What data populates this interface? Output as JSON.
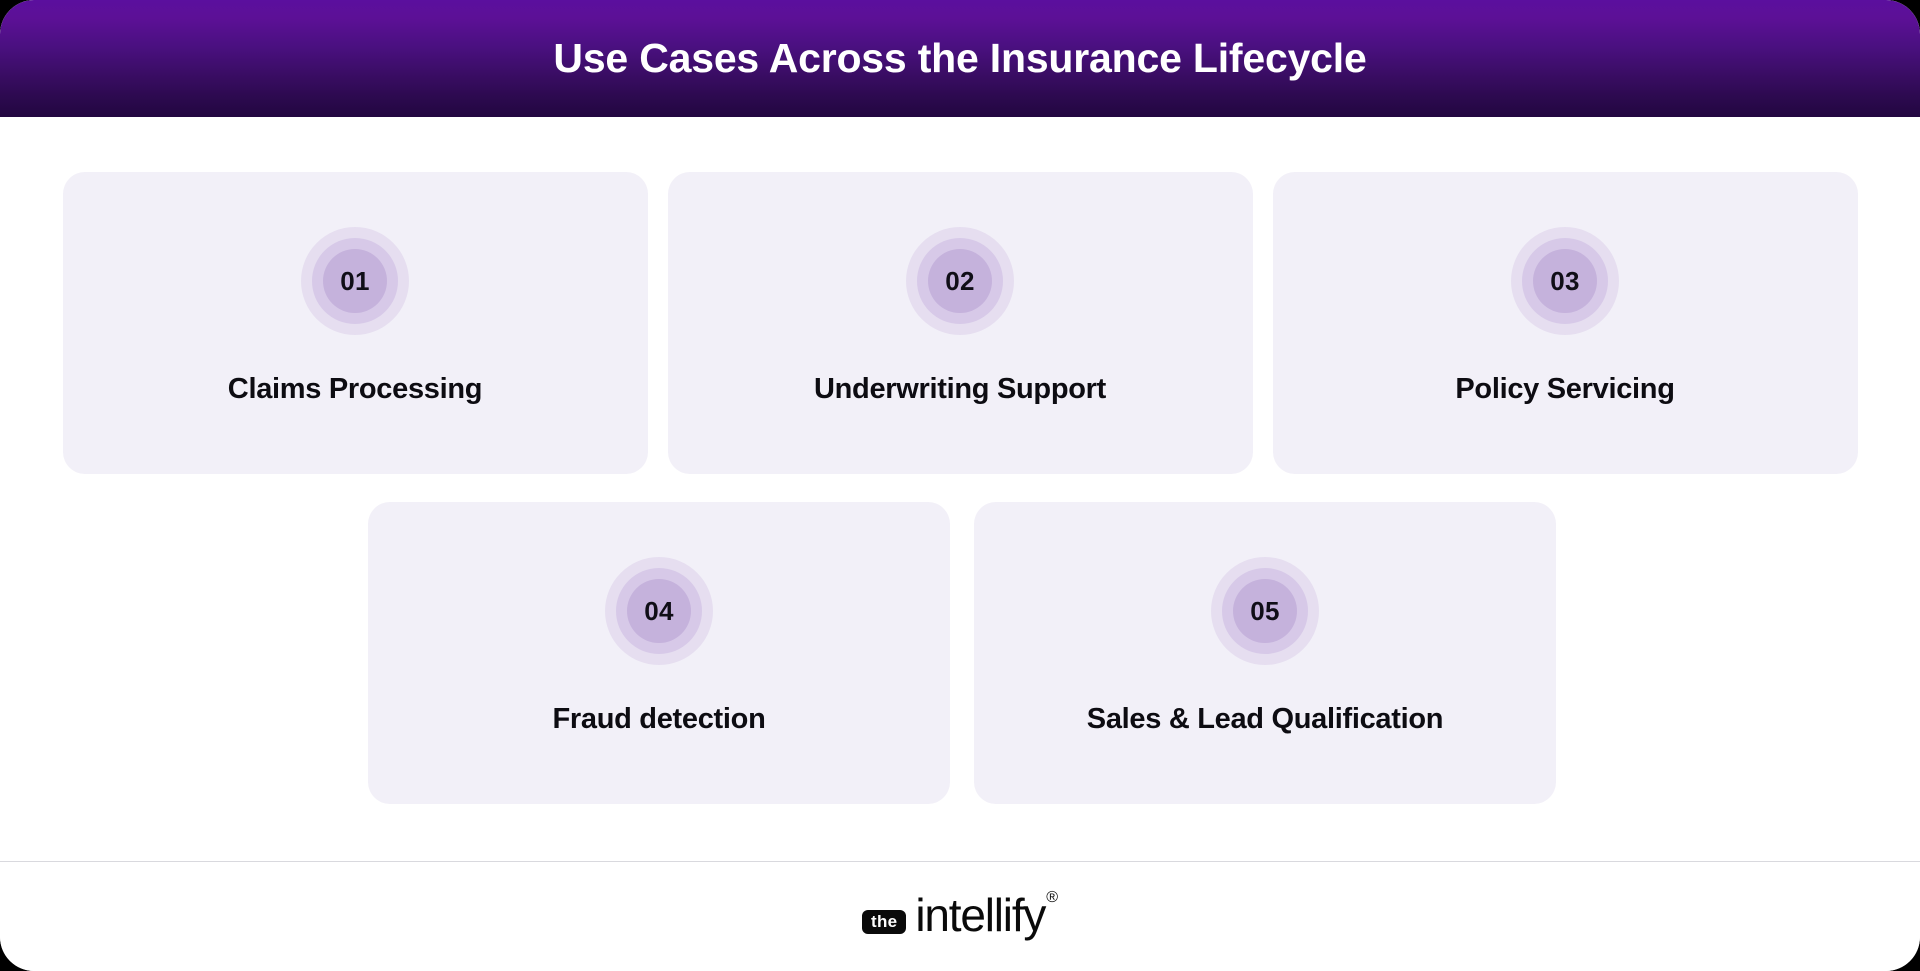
{
  "header": {
    "title": "Use Cases Across the Insurance Lifecycle",
    "gradient_top_color": "#5b0f9e",
    "gradient_bottom_color": "#220740",
    "title_color": "#ffffff"
  },
  "theme": {
    "page_background": "#ffffff",
    "card_background": "#f2f0f8",
    "badge_outer_color": "#ded4ec",
    "badge_mid_color": "#d3c5e6",
    "badge_inner_color": "#c5b2dc",
    "text_color": "#0d0c12",
    "divider_color": "#d9d9de"
  },
  "rows": [
    {
      "cards": [
        {
          "number": "01",
          "title": "Claims Processing"
        },
        {
          "number": "02",
          "title": "Underwriting Support"
        },
        {
          "number": "03",
          "title": "Policy Servicing"
        }
      ]
    },
    {
      "cards": [
        {
          "number": "04",
          "title": "Fraud detection"
        },
        {
          "number": "05",
          "title": "Sales & Lead Qualification"
        }
      ]
    }
  ],
  "footer": {
    "logo_badge_text": "the",
    "logo_name": "intellify",
    "logo_registered_mark": "®"
  }
}
